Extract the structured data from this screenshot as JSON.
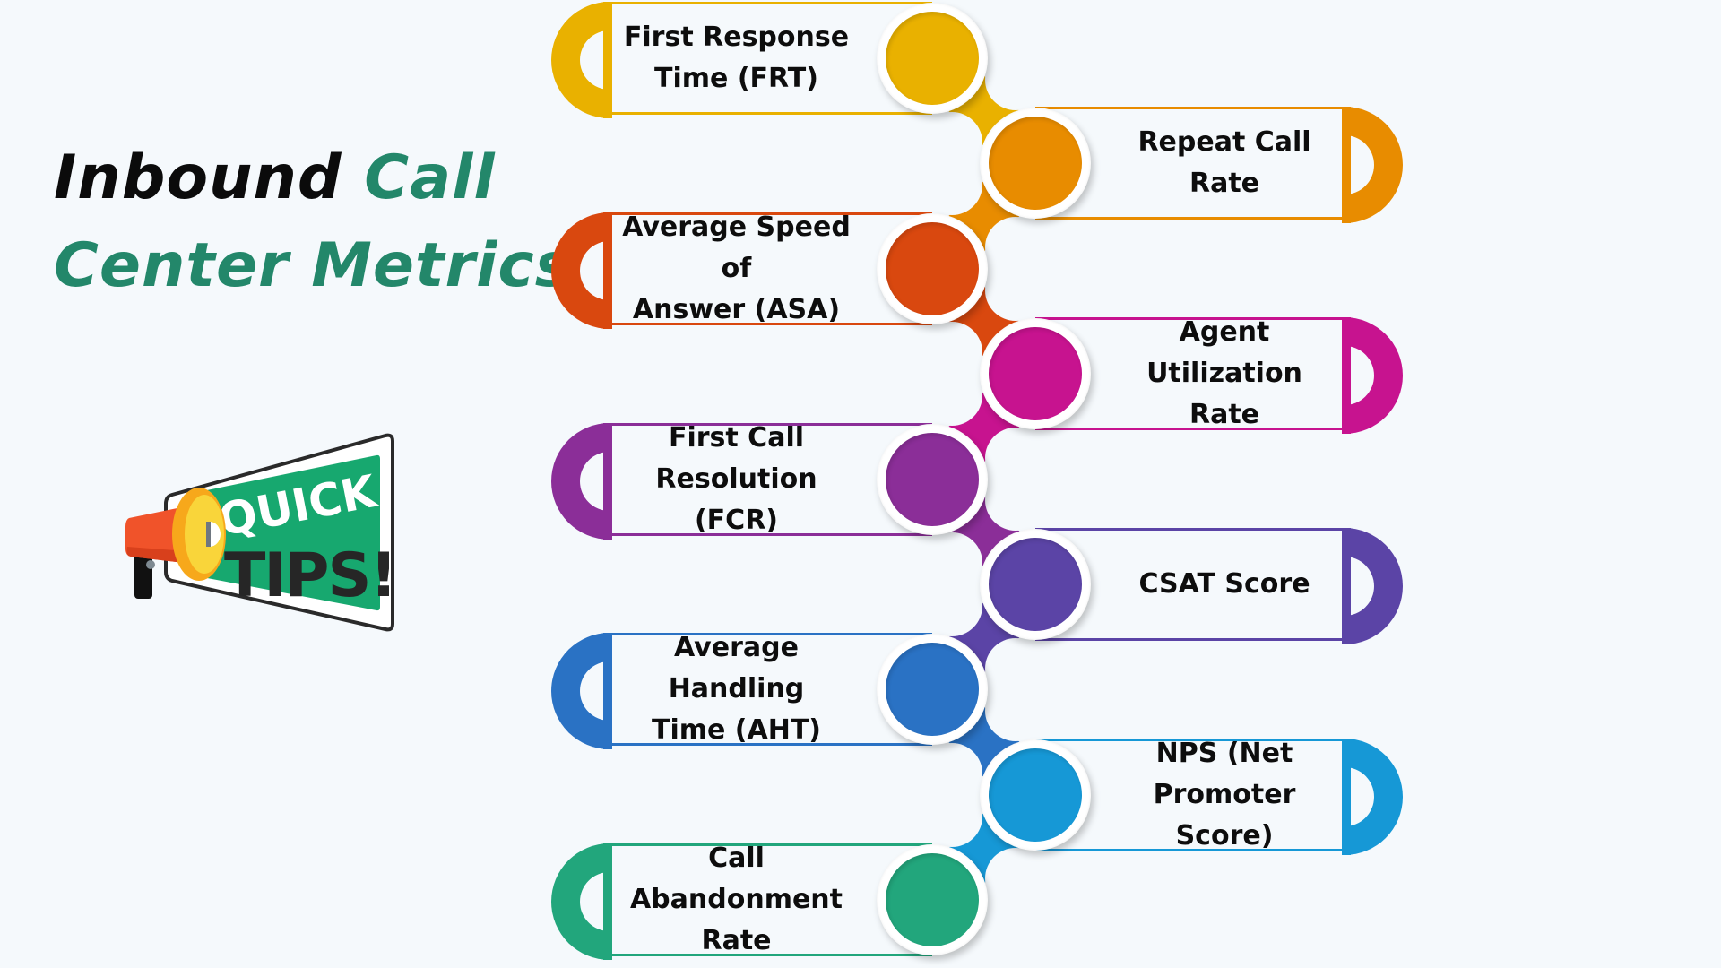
{
  "title": {
    "line1_dark": "Inbound",
    "line1_green": "Call",
    "line2_green": "Center Metrics"
  },
  "badge": {
    "line1": "QUICK",
    "line2": "TIPS!",
    "icon": "megaphone-icon"
  },
  "colors": {
    "background": "#F5F9FC",
    "title_green": "#23876A",
    "badge_green": "#17A86F"
  },
  "metrics": [
    {
      "label": "First Response\nTime (FRT)",
      "color": "#E9B100",
      "side": "left"
    },
    {
      "label": "Repeat Call Rate",
      "color": "#E88C00",
      "side": "right"
    },
    {
      "label": "Average Speed of\nAnswer (ASA)",
      "color": "#D9480F",
      "side": "left"
    },
    {
      "label": "Agent Utilization\nRate",
      "color": "#C7138F",
      "side": "right"
    },
    {
      "label": "First Call\nResolution (FCR)",
      "color": "#8B2E98",
      "side": "left"
    },
    {
      "label": "CSAT Score",
      "color": "#5B44A6",
      "side": "right"
    },
    {
      "label": "Average Handling\nTime (AHT)",
      "color": "#2A72C4",
      "side": "left"
    },
    {
      "label": "NPS (Net\nPromoter Score)",
      "color": "#1698D6",
      "side": "right"
    },
    {
      "label": "Call Abandonment\nRate",
      "color": "#22A67C",
      "side": "left"
    }
  ]
}
